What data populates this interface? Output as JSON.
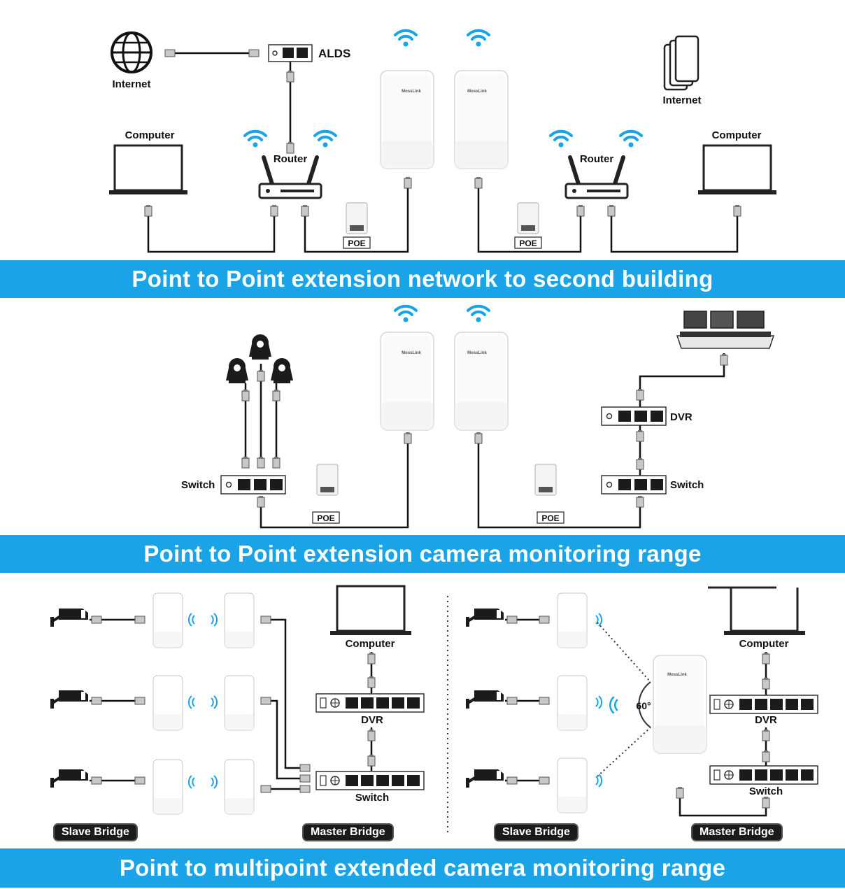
{
  "colors": {
    "banner": "#1aa3e6",
    "wifi": "#1aa3e6",
    "cable": "#111111"
  },
  "brand": "MossLink",
  "section1": {
    "banner": "Point to Point extension network to second building",
    "internet_left": "Internet",
    "alds": "ALDS",
    "computer_left": "Computer",
    "router_left": "Router",
    "poe_left": "POE",
    "poe_right": "POE",
    "internet_right": "Internet",
    "router_right": "Router",
    "computer_right": "Computer"
  },
  "section2": {
    "banner": "Point to Point extension camera monitoring range",
    "switch_left": "Switch",
    "poe_left": "POE",
    "poe_right": "POE",
    "dvr": "DVR",
    "switch_right": "Switch"
  },
  "section3": {
    "banner": "Point to multipoint extended camera monitoring range",
    "left": {
      "computer": "Computer",
      "dvr": "DVR",
      "switch": "Switch",
      "slave": "Slave Bridge",
      "master": "Master Bridge"
    },
    "right": {
      "computer": "Computer",
      "dvr": "DVR",
      "switch": "Switch",
      "slave": "Slave Bridge",
      "master": "Master Bridge",
      "angle": "60°"
    }
  }
}
